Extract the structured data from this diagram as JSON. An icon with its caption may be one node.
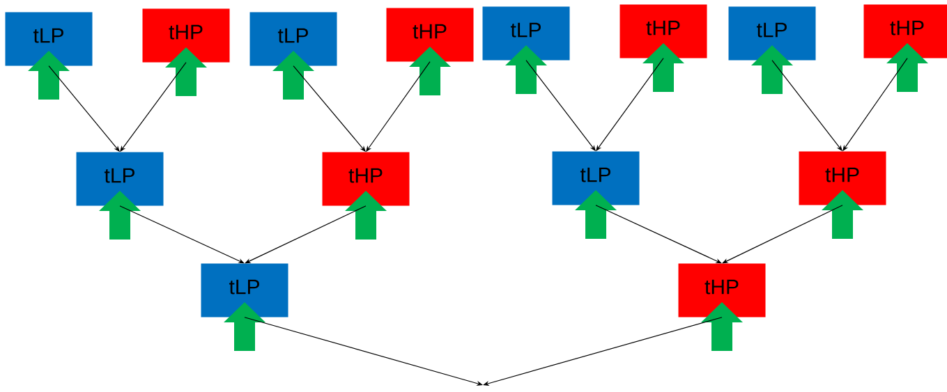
{
  "diagram": {
    "nodes": [
      {
        "text": [
          "tLP"
        ]
      },
      {
        "text": [
          "tHP"
        ]
      },
      {
        "text": [
          "tLP"
        ]
      },
      {
        "text": [
          "tHP"
        ]
      },
      {
        "text": [
          "tLP"
        ]
      },
      {
        "text": [
          "tHP"
        ]
      },
      {
        "text": [
          "tLP"
        ]
      },
      {
        "text": [
          "tHP"
        ]
      },
      {
        "text": [
          "tLP"
        ]
      },
      {
        "text": [
          "tHP"
        ]
      },
      {
        "text": [
          "tLP"
        ]
      },
      {
        "text": [
          "tHP"
        ]
      },
      {
        "text": [
          "tLP"
        ]
      },
      {
        "text": [
          "tHP"
        ]
      }
    ],
    "edges": [
      {
        "from": 0,
        "to": 8,
        "arrow": "to"
      },
      {
        "from": 1,
        "to": 8,
        "arrow": "to"
      },
      {
        "from": 2,
        "to": 9,
        "arrow": "to"
      },
      {
        "from": 3,
        "to": 9,
        "arrow": "to"
      },
      {
        "from": 4,
        "to": 10,
        "arrow": "to"
      },
      {
        "from": 5,
        "to": 10,
        "arrow": "to"
      },
      {
        "from": 6,
        "to": 11,
        "arrow": "to"
      },
      {
        "from": 7,
        "to": 11,
        "arrow": "to"
      },
      {
        "from": 8,
        "to": 12,
        "arrow": "to"
      },
      {
        "from": 9,
        "to": 12,
        "arrow": "to"
      },
      {
        "from": 10,
        "to": 13,
        "arrow": "to"
      },
      {
        "from": 11,
        "to": 13,
        "arrow": "to"
      },
      {
        "from": 12,
        "to": null,
        "arrow": "to"
      },
      {
        "from": 13,
        "to": null,
        "arrow": "to"
      }
    ]
  }
}
